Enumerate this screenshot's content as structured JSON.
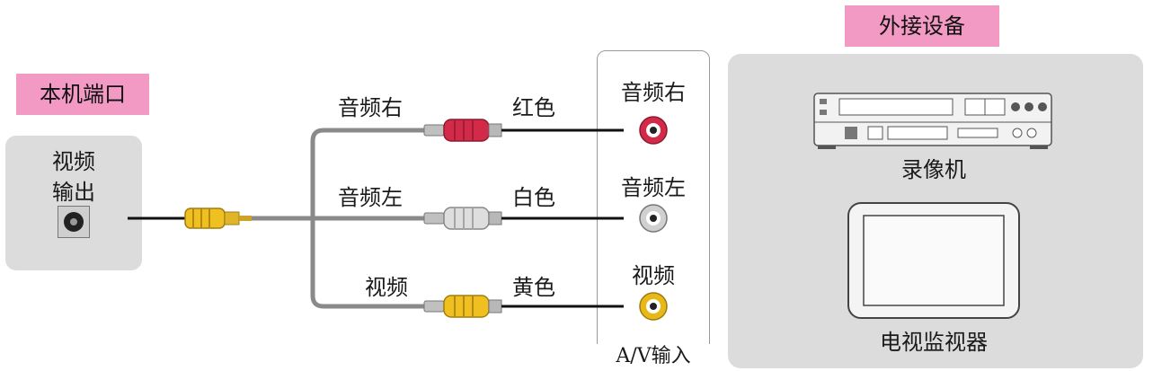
{
  "local_port": {
    "title": "本机端口",
    "output_label_line1": "视频",
    "output_label_line2": "输出"
  },
  "cables": [
    {
      "plug_label": "音频右",
      "color_label": "红色",
      "plug_color": "#d42a4a"
    },
    {
      "plug_label": "音频左",
      "color_label": "白色",
      "plug_color": "#d8d8d8"
    },
    {
      "plug_label": "视频",
      "color_label": "黄色",
      "plug_color": "#f0c020"
    }
  ],
  "av_input": {
    "title": "A/V输入",
    "jacks": [
      {
        "label": "音频右",
        "ring_color": "#d42a4a"
      },
      {
        "label": "音频左",
        "ring_color": "#bdbdbd"
      },
      {
        "label": "视频",
        "ring_color": "#e8b818"
      }
    ]
  },
  "external": {
    "title": "外接设备",
    "devices": [
      {
        "label": "录像机",
        "icon": "vcr-icon"
      },
      {
        "label": "电视监视器",
        "icon": "tv-monitor-icon"
      }
    ]
  }
}
